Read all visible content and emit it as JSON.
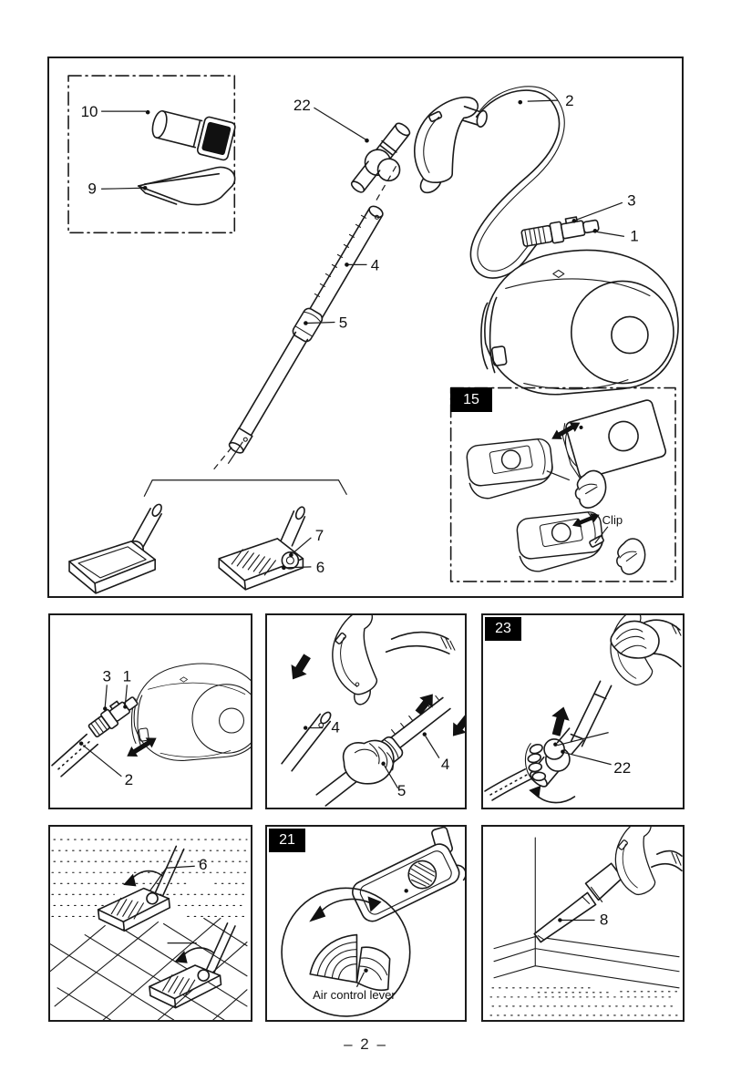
{
  "colors": {
    "ink": "#1a1a1a",
    "paper": "#ffffff",
    "badge_bg": "#000000",
    "badge_fg": "#ffffff"
  },
  "doc": {
    "footer_page_number": "– 2 –"
  },
  "overview_panel": {
    "accessory_inset": {
      "label_10": "10",
      "label_9": "9"
    },
    "labels": {
      "part_22": "22",
      "part_2": "2",
      "part_3": "3",
      "part_1": "1",
      "part_4": "4",
      "part_5": "5",
      "part_7": "7",
      "part_6": "6"
    },
    "dustbag_inset": {
      "badge": "15",
      "clip_label": "Clip"
    }
  },
  "hose_attach_panel": {
    "labels": {
      "part_3": "3",
      "part_1": "1",
      "part_2": "2"
    }
  },
  "wand_assembly_panel": {
    "labels": {
      "part_4_handle": "4",
      "part_4_tube": "4",
      "part_5": "5"
    }
  },
  "swivel_use_panel": {
    "badge": "23",
    "labels": {
      "part_22": "22"
    }
  },
  "floor_nozzle_panel": {
    "labels": {
      "part_6": "6"
    }
  },
  "air_lever_panel": {
    "badge": "21",
    "caption": "Air control lever"
  },
  "crevice_use_panel": {
    "labels": {
      "part_8": "8"
    }
  }
}
